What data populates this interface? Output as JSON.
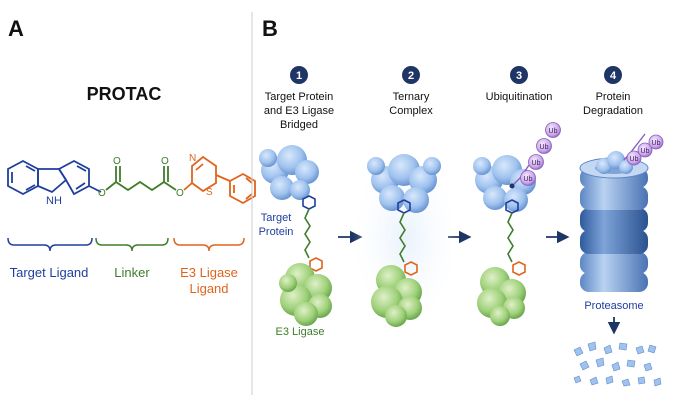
{
  "panel_a": {
    "letter": "A",
    "title": "PROTAC",
    "molecule_atoms": {
      "nh": "N\nH",
      "o1": "O",
      "o2": "O",
      "o3": "O",
      "o4": "O",
      "n": "N",
      "s": "S"
    },
    "labels": {
      "target_ligand": "Target Ligand",
      "linker": "Linker",
      "e3_ligand_line1": "E3 Ligase",
      "e3_ligand_line2": "Ligand"
    },
    "colors": {
      "target": "#1f3f9e",
      "linker": "#3f7d2a",
      "e3": "#e0641c"
    }
  },
  "panel_b": {
    "letter": "B",
    "steps": [
      {
        "number": "1",
        "lines": [
          "Target Protein",
          "and E3 Ligase",
          "Bridged"
        ]
      },
      {
        "number": "2",
        "lines": [
          "Ternary",
          "Complex"
        ]
      },
      {
        "number": "3",
        "lines": [
          "Ubiquitination"
        ]
      },
      {
        "number": "4",
        "lines": [
          "Protein",
          "Degradation"
        ]
      }
    ],
    "labels": {
      "target_protein_line1": "Target",
      "target_protein_line2": "Protein",
      "e3_ligase": "E3 Ligase",
      "proteasome": "Proteasome",
      "ub": "Ub"
    },
    "colors": {
      "step_badge": "#1f3566",
      "target_protein": "#9fc2ee",
      "e3_protein": "#9fd17a",
      "ubiquitin": "#c9a4e8",
      "proteasome": "#6f9bd8"
    }
  }
}
